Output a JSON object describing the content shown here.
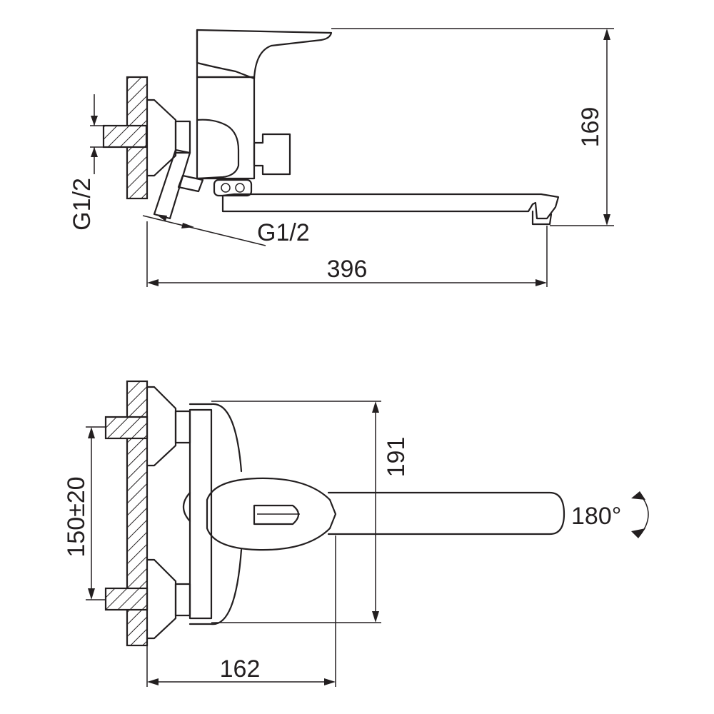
{
  "side_view": {
    "dim_height": "169",
    "dim_length": "396",
    "thread_inlet": "G1/2",
    "thread_outlet": "G1/2"
  },
  "top_view": {
    "dim_depth": "191",
    "dim_width": "162",
    "dim_centers": "150±20",
    "swivel_angle": "180°"
  }
}
